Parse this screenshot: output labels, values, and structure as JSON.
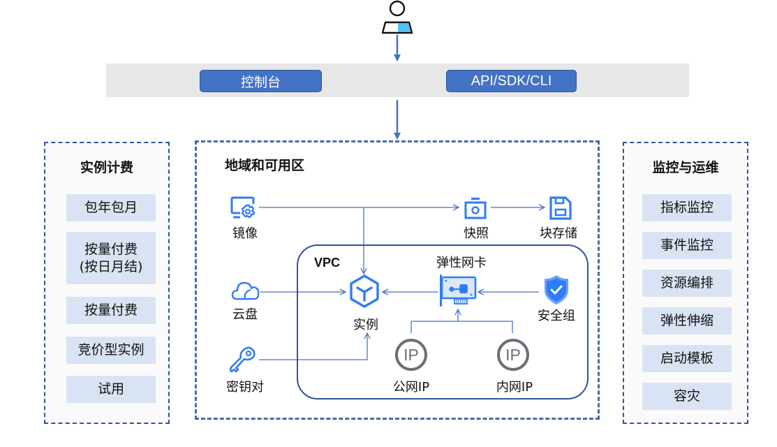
{
  "colors": {
    "primary_blue": "#4472c4",
    "icon_blue": "#2f7cf6",
    "dash_border": "#2f5597",
    "item_bg": "#dae3f3",
    "bar_bg": "#e7e7e7",
    "ip_gray": "#6e6e78"
  },
  "user": {
    "icon": "user-icon"
  },
  "access": {
    "console_label": "控制台",
    "api_label": "API/SDK/CLI"
  },
  "billing": {
    "title": "实例计费",
    "items": [
      {
        "label": "包年包月"
      },
      {
        "label": "按量付费\n(按日月结)"
      },
      {
        "label": "按量付费"
      },
      {
        "label": "竞价型实例"
      },
      {
        "label": "试用"
      }
    ]
  },
  "ops": {
    "title": "监控与运维",
    "items": [
      {
        "label": "指标监控"
      },
      {
        "label": "事件监控"
      },
      {
        "label": "资源编排"
      },
      {
        "label": "弹性伸缩"
      },
      {
        "label": "启动模板"
      },
      {
        "label": "容灾"
      }
    ]
  },
  "region": {
    "title": "地域和可用区",
    "nodes": {
      "image": {
        "label": "镜像",
        "icon": "image-monitor-gear-icon"
      },
      "snapshot": {
        "label": "快照",
        "icon": "camera-icon"
      },
      "block_storage": {
        "label": "块存储",
        "icon": "floppy-disk-icon"
      },
      "cloud_disk": {
        "label": "云盘",
        "icon": "cloud-icon"
      },
      "key_pair": {
        "label": "密钥对",
        "icon": "key-icon"
      }
    },
    "vpc": {
      "title": "VPC",
      "nodes": {
        "instance": {
          "label": "实例",
          "icon": "cube-icon"
        },
        "eni": {
          "label": "弹性网卡",
          "icon": "network-card-icon"
        },
        "security_group": {
          "label": "安全组",
          "icon": "shield-check-icon"
        },
        "public_ip": {
          "label": "公网IP",
          "icon": "ip-icon",
          "glyph": "IP"
        },
        "private_ip": {
          "label": "内网IP",
          "icon": "ip-icon",
          "glyph": "IP"
        }
      }
    }
  }
}
